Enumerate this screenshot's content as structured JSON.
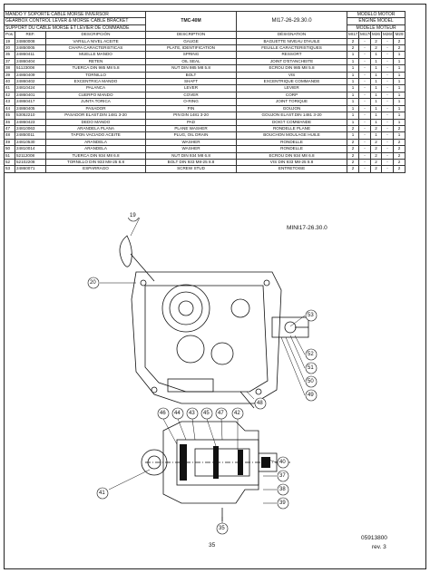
{
  "header": {
    "desc_es": "MANDO Y SOPORTE CABLE MORSE INVERSOR",
    "desc_en": "GEARBOX CONTROL LEVER & MORSE CABLE BRACKET",
    "desc_fr": "SUPPORT DU CABLE MORSE ET LEVIER DE COMMANDE",
    "model": "TMC-40M",
    "code": "MI17-26-29.30.0",
    "model_es": "MODELO MOTOR",
    "model_en": "ENGINE MODEL",
    "model_fr": "MODELE MOTEUR"
  },
  "columns": {
    "pos": "Pos.",
    "ref": "REF.",
    "desc_es": "DESCRIPCIÓN",
    "desc_en": "DESCRIPTION",
    "desc_fr": "DÉSIGNATION",
    "m1": "MI17",
    "m2": "MI17G",
    "m3": "M26",
    "m4": "M26G",
    "m5": "M29"
  },
  "rows": [
    {
      "pos": "19",
      "ref": "24860008",
      "es": "VARILLA NIVEL ACEITE",
      "en": "GAUGE",
      "fr": "BAGUETTE NIVEAU D'HUILE",
      "q": [
        "2",
        "-",
        "2",
        "-",
        "2"
      ]
    },
    {
      "pos": "20",
      "ref": "24850005",
      "es": "CHAPA CARACTERISTICAS",
      "en": "PLATE, IDENTIFICATION",
      "fr": "FEUILLE CARACTERISTIQUES",
      "q": [
        "2",
        "-",
        "2",
        "-",
        "2"
      ]
    },
    {
      "pos": "35",
      "ref": "24860411",
      "es": "MUELLE MANDO",
      "en": "SPRING",
      "fr": "RESSORT",
      "q": [
        "1",
        "-",
        "1",
        "-",
        "1"
      ]
    },
    {
      "pos": "37",
      "ref": "24860404",
      "es": "RETEN",
      "en": "OIL SEAL",
      "fr": "JOINT D'ETANCHEITE",
      "q": [
        "1",
        "-",
        "1",
        "-",
        "1"
      ]
    },
    {
      "pos": "38",
      "ref": "51123008",
      "es": "TUERCA DIN 985 M8 5.8",
      "en": "NUT DIN 985 M8 5.8",
      "fr": "ECROU DIN 985 M8 5.8",
      "q": [
        "1",
        "-",
        "1",
        "-",
        "1"
      ]
    },
    {
      "pos": "39",
      "ref": "24860409",
      "es": "TORNILLO",
      "en": "BOLT",
      "fr": "VIS",
      "q": [
        "1",
        "-",
        "1",
        "-",
        "1"
      ]
    },
    {
      "pos": "40",
      "ref": "24860402",
      "es": "EXCENTRICA MANDO",
      "en": "SHAFT",
      "fr": "EXCENTRIQUE COMMANDE",
      "q": [
        "1",
        "-",
        "1",
        "-",
        "1"
      ]
    },
    {
      "pos": "41",
      "ref": "24810424",
      "es": "PALANCA",
      "en": "LEVER",
      "fr": "LEVIER",
      "q": [
        "1",
        "-",
        "1",
        "-",
        "1"
      ]
    },
    {
      "pos": "42",
      "ref": "24860401",
      "es": "CUERPO MANDO",
      "en": "COVER",
      "fr": "CORP",
      "q": [
        "1",
        "-",
        "1",
        "-",
        "1"
      ]
    },
    {
      "pos": "43",
      "ref": "24860417",
      "es": "JUNTA TORICA",
      "en": "O-RING",
      "fr": "JOINT TORIQUE",
      "q": [
        "1",
        "-",
        "1",
        "-",
        "1"
      ]
    },
    {
      "pos": "44",
      "ref": "24860405",
      "es": "PASADOR",
      "en": "PIN",
      "fr": "GOUJON",
      "q": [
        "1",
        "-",
        "1",
        "-",
        "1"
      ]
    },
    {
      "pos": "45",
      "ref": "53052210",
      "es": "PASADOR ELAST.DIN 1481 3-20",
      "en": "PIN DIN 1481 3-20",
      "fr": "GOUJON ELAST.DIN 1481 3-20",
      "q": [
        "1",
        "-",
        "1",
        "-",
        "1"
      ]
    },
    {
      "pos": "46",
      "ref": "24860423",
      "es": "DEDO MANDO",
      "en": "PAD",
      "fr": "DOIGT COMMANDE",
      "q": [
        "1",
        "-",
        "1",
        "-",
        "1"
      ]
    },
    {
      "pos": "47",
      "ref": "24810063",
      "es": "ARANDELA PLANA",
      "en": "PLANE WASHER",
      "fr": "RONDELLE PLANE",
      "q": [
        "2",
        "-",
        "2",
        "-",
        "2"
      ]
    },
    {
      "pos": "48",
      "ref": "24850011",
      "es": "TAPON VACIADO ACEITE",
      "en": "PLUG, OIL DRAIN",
      "fr": "BOUCHON MOULAGE HUILE",
      "q": [
        "1",
        "-",
        "1",
        "-",
        "1"
      ]
    },
    {
      "pos": "49",
      "ref": "24810530",
      "es": "ARANDELA",
      "en": "WASHER",
      "fr": "RONDELLE",
      "q": [
        "2",
        "-",
        "2",
        "-",
        "2"
      ]
    },
    {
      "pos": "50",
      "ref": "24810014",
      "es": "ARANDELA",
      "en": "WASHER",
      "fr": "RONDELLE",
      "q": [
        "2",
        "-",
        "2",
        "-",
        "2"
      ]
    },
    {
      "pos": "51",
      "ref": "52112008",
      "es": "TUERCA DIN 934 M8 6.8",
      "en": "NUT DIN 934 M8 6.8",
      "fr": "ECROU DIN 934 M8 6.8",
      "q": [
        "2",
        "-",
        "2",
        "-",
        "2"
      ]
    },
    {
      "pos": "52",
      "ref": "52102208",
      "es": "TORNILLO DIN 933 M8-25 8.8",
      "en": "BOLT DIN 933 M8-25 8.8",
      "fr": "VIS DIN 933 M8-25 8.8",
      "q": [
        "2",
        "-",
        "2",
        "-",
        "2"
      ]
    },
    {
      "pos": "53",
      "ref": "24860071",
      "es": "ESPARRAGO",
      "en": "SCREW STUD",
      "fr": "ENTRETOISE",
      "q": [
        "2",
        "-",
        "2",
        "-",
        "2"
      ]
    }
  ],
  "diagram": {
    "caption": "MINI17-26.30.0",
    "callouts": [
      "19",
      "20",
      "53",
      "52",
      "51",
      "50",
      "49",
      "48",
      "46",
      "44",
      "43",
      "45",
      "47",
      "40",
      "37",
      "38",
      "39",
      "42",
      "41",
      "35"
    ]
  },
  "footer": {
    "page": "35",
    "doc": "05913800",
    "rev": "rev. 3"
  }
}
